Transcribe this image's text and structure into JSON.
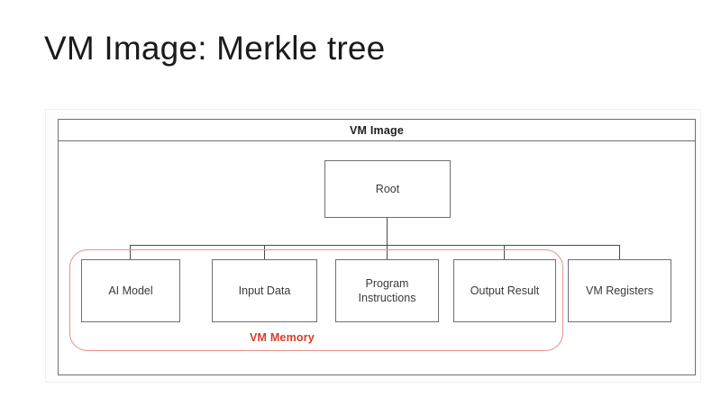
{
  "slide": {
    "title": "VM Image: Merkle tree",
    "background_color": "#ffffff"
  },
  "diagram": {
    "container_label": "VM Image",
    "type": "merkle-tree",
    "root": {
      "label": "Root"
    },
    "leaves": [
      {
        "id": "ai-model",
        "label": "AI Model",
        "in_vm_memory": true
      },
      {
        "id": "input-data",
        "label": "Input Data",
        "in_vm_memory": true
      },
      {
        "id": "program",
        "label": "Program\nInstructions",
        "in_vm_memory": true
      },
      {
        "id": "output",
        "label": "Output Result",
        "in_vm_memory": true
      },
      {
        "id": "registers",
        "label": "VM Registers",
        "in_vm_memory": false
      }
    ],
    "groups": [
      {
        "id": "vm-memory",
        "label": "VM Memory",
        "color": "#d93b2b",
        "outline_color": "#e8918c",
        "members": [
          "AI Model",
          "Input Data",
          "Program Instructions",
          "Output Result"
        ]
      }
    ],
    "node_border_color": "#6f6f6f",
    "edge_color": "#4a4a4a"
  }
}
